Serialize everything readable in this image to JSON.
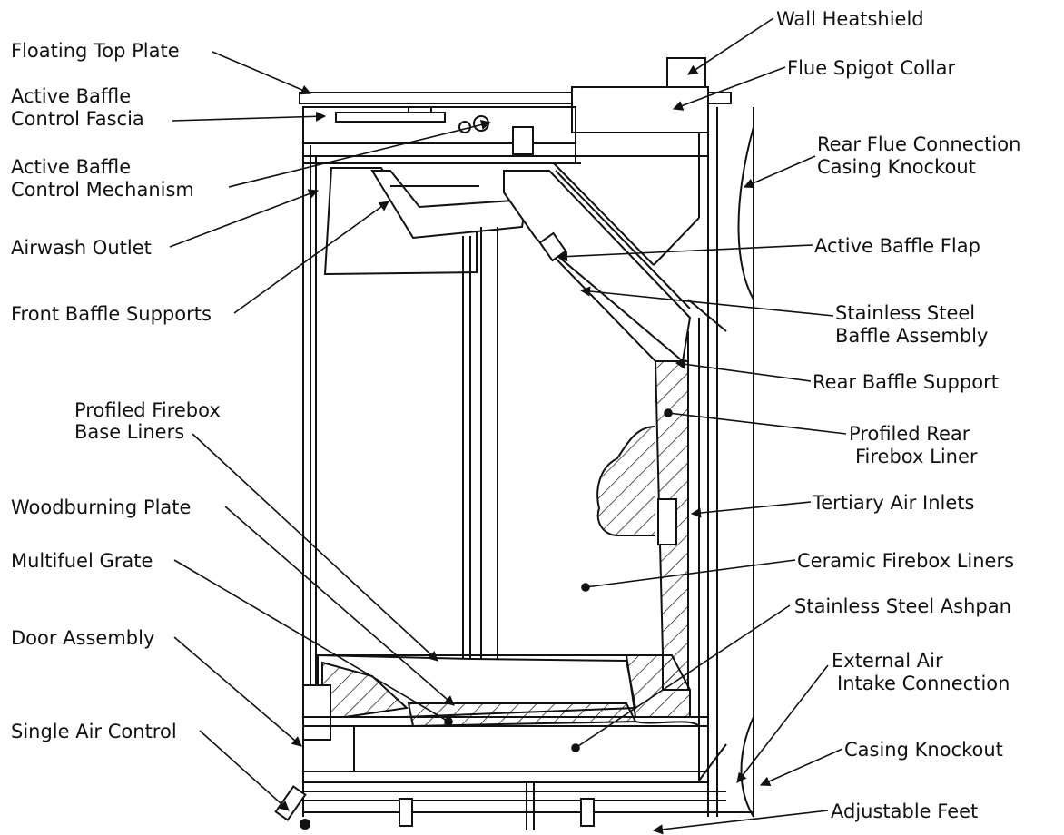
{
  "colors": {
    "ink": "#111111",
    "background": "#ffffff"
  },
  "labels": [
    {
      "id": "wall-heatshield",
      "lines": [
        "Wall Heatshield"
      ]
    },
    {
      "id": "floating-top-plate",
      "lines": [
        "Floating Top Plate"
      ]
    },
    {
      "id": "flue-spigot-collar",
      "lines": [
        "Flue Spigot Collar"
      ]
    },
    {
      "id": "active-baffle-control-fascia",
      "lines": [
        "Active Baffle",
        "Control Fascia"
      ]
    },
    {
      "id": "rear-flue-connection-casing-knockout",
      "lines": [
        "Rear Flue Connection",
        "Casing Knockout"
      ]
    },
    {
      "id": "active-baffle-control-mechanism",
      "lines": [
        "Active Baffle",
        "Control Mechanism"
      ]
    },
    {
      "id": "airwash-outlet",
      "lines": [
        "Airwash Outlet"
      ]
    },
    {
      "id": "active-baffle-flap",
      "lines": [
        "Active Baffle Flap"
      ]
    },
    {
      "id": "front-baffle-supports",
      "lines": [
        "Front Baffle Supports"
      ]
    },
    {
      "id": "stainless-steel-baffle-assembly",
      "lines": [
        "Stainless Steel",
        "Baffle Assembly"
      ]
    },
    {
      "id": "rear-baffle-support",
      "lines": [
        "Rear Baffle Support"
      ]
    },
    {
      "id": "profiled-firebox-base-liners",
      "lines": [
        "Profiled Firebox",
        "Base Liners"
      ]
    },
    {
      "id": "profiled-rear-firebox-liner",
      "lines": [
        "Profiled Rear",
        "Firebox Liner"
      ]
    },
    {
      "id": "woodburning-plate",
      "lines": [
        "Woodburning Plate"
      ]
    },
    {
      "id": "tertiary-air-inlets",
      "lines": [
        "Tertiary Air Inlets"
      ]
    },
    {
      "id": "multifuel-grate",
      "lines": [
        "Multifuel Grate"
      ]
    },
    {
      "id": "ceramic-firebox-liners",
      "lines": [
        "Ceramic Firebox Liners"
      ]
    },
    {
      "id": "stainless-steel-ashpan",
      "lines": [
        "Stainless Steel Ashpan"
      ]
    },
    {
      "id": "door-assembly",
      "lines": [
        "Door Assembly"
      ]
    },
    {
      "id": "external-air-intake-connection",
      "lines": [
        "External Air",
        "Intake Connection"
      ]
    },
    {
      "id": "single-air-control",
      "lines": [
        "Single Air Control"
      ]
    },
    {
      "id": "casing-knockout",
      "lines": [
        "Casing Knockout"
      ]
    },
    {
      "id": "adjustable-feet",
      "lines": [
        "Adjustable Feet"
      ]
    }
  ]
}
